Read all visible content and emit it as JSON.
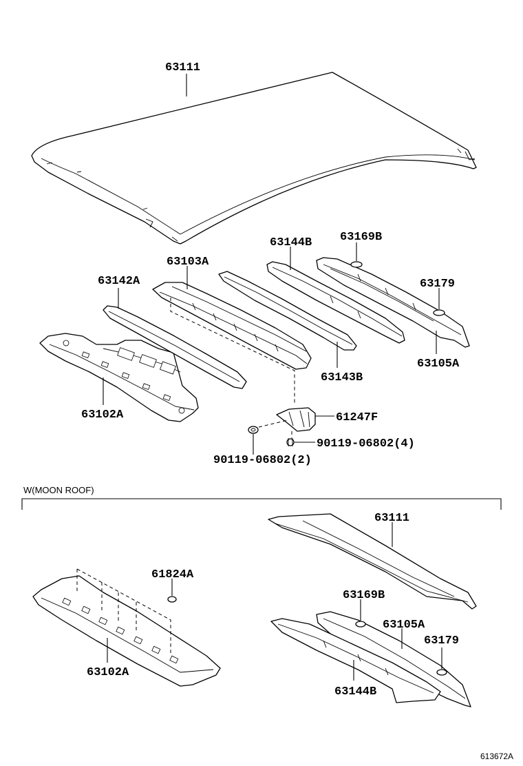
{
  "labels": {
    "roof_panel": "63111",
    "roof_bow_c": "63144B",
    "clip_b": "63169B",
    "roof_bow_a": "63103A",
    "panel_rear_a": "63142A",
    "clip": "63179",
    "front_header": "63102A",
    "roof_bow_b": "63143B",
    "rear_header": "63105A",
    "bracket": "61247F",
    "bolt_right": "90119-06802(4)",
    "bolt_left": "90119-06802(2)",
    "mr_roof_panel": "63111",
    "mr_plug": "61824A",
    "mr_clip_b": "63169B",
    "mr_rear_header": "63105A",
    "mr_clip": "63179",
    "mr_front_header": "63102A",
    "mr_bow": "63144B"
  },
  "section_title": "W(MOON ROOF)",
  "diagram_code": "613672A"
}
